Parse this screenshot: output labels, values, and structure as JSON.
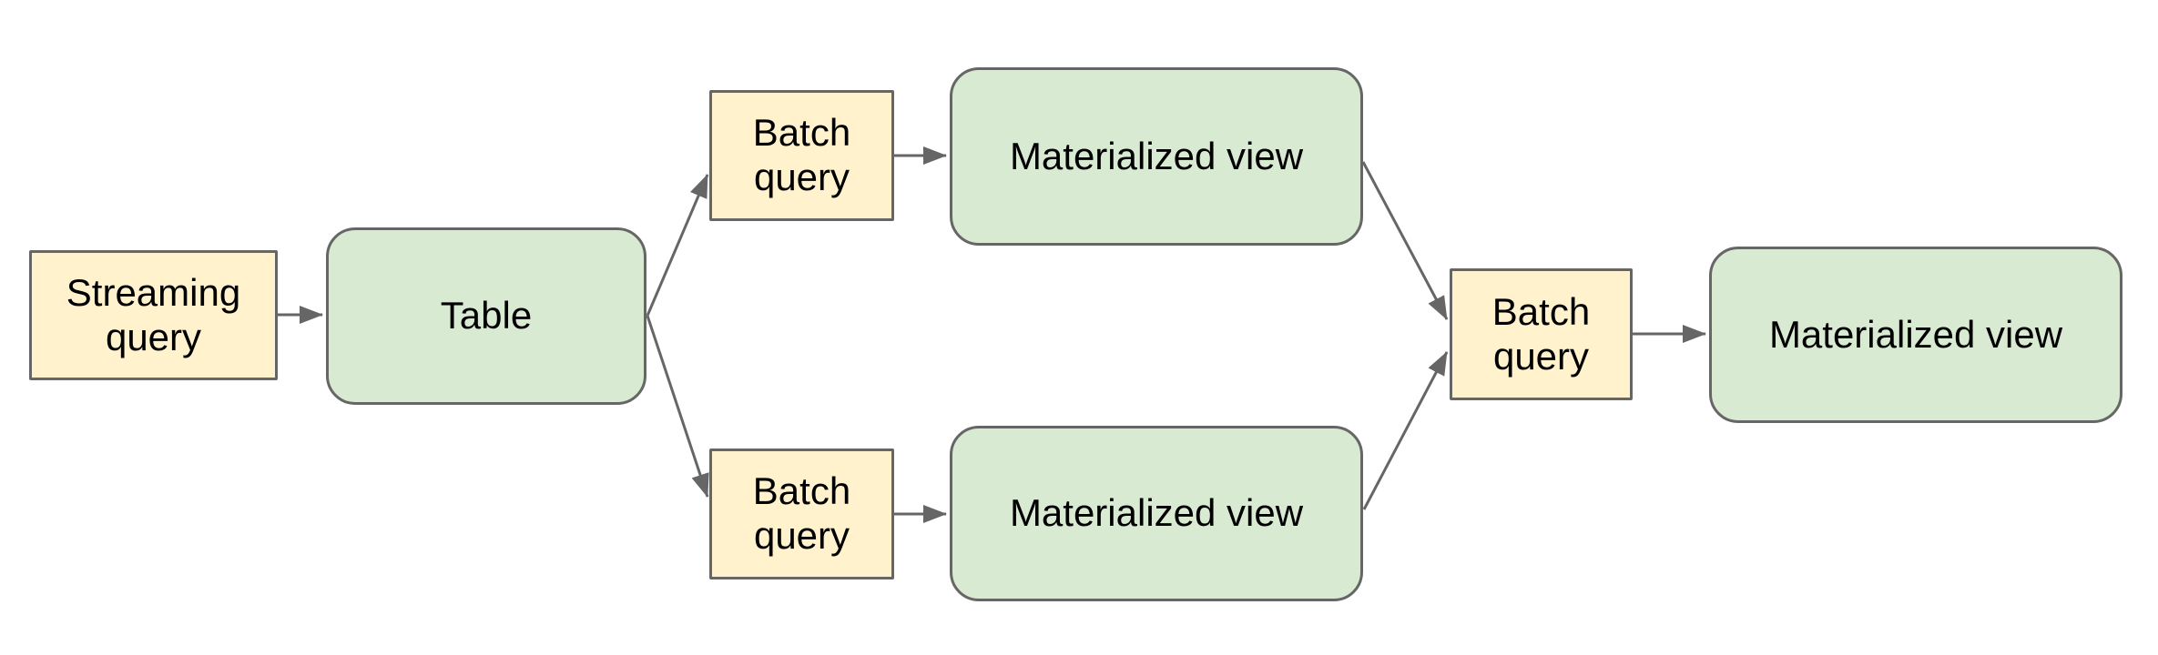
{
  "diagram": {
    "type": "flowchart",
    "nodes": {
      "streaming_query": {
        "label": "Streaming query",
        "kind": "query"
      },
      "table": {
        "label": "Table",
        "kind": "dataset"
      },
      "batch_query_top": {
        "label": "Batch query",
        "kind": "query"
      },
      "mat_view_top": {
        "label": "Materialized view",
        "kind": "dataset"
      },
      "batch_query_bottom": {
        "label": "Batch query",
        "kind": "query"
      },
      "mat_view_bottom": {
        "label": "Materialized view",
        "kind": "dataset"
      },
      "batch_query_right": {
        "label": "Batch query",
        "kind": "query"
      },
      "mat_view_right": {
        "label": "Materialized view",
        "kind": "dataset"
      }
    },
    "edges": [
      {
        "from": "streaming_query",
        "to": "table"
      },
      {
        "from": "table",
        "to": "batch_query_top"
      },
      {
        "from": "batch_query_top",
        "to": "mat_view_top"
      },
      {
        "from": "table",
        "to": "batch_query_bottom"
      },
      {
        "from": "batch_query_bottom",
        "to": "mat_view_bottom"
      },
      {
        "from": "mat_view_top",
        "to": "batch_query_right"
      },
      {
        "from": "mat_view_bottom",
        "to": "batch_query_right"
      },
      {
        "from": "batch_query_right",
        "to": "mat_view_right"
      }
    ]
  },
  "colors": {
    "canvas_bg": "#ffffff",
    "query_fill": "#fff2cc",
    "dataset_fill": "#d9ead3",
    "stroke": "#666666",
    "text": "#000000"
  }
}
